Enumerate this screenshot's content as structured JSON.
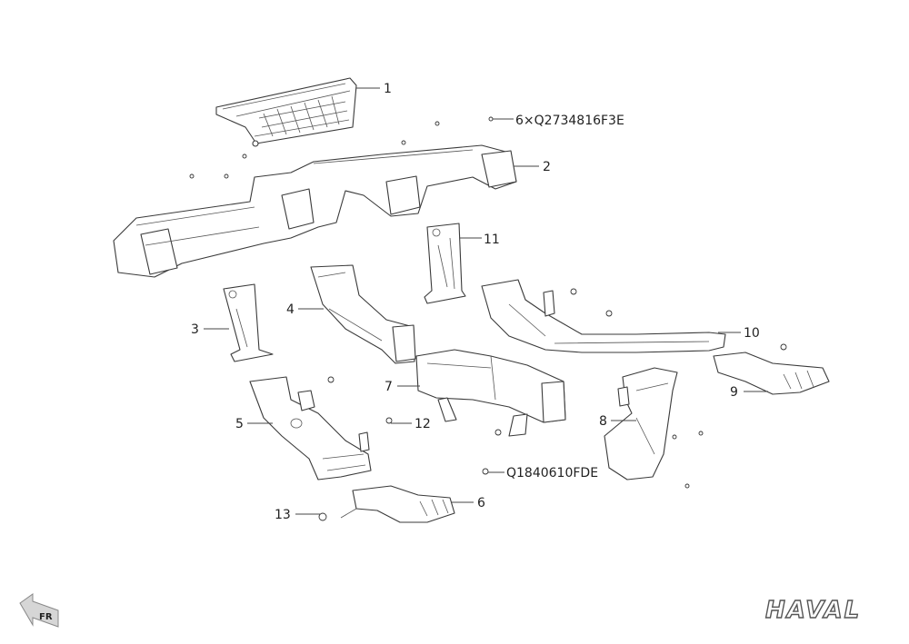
{
  "callouts": [
    {
      "id": "1",
      "label": "1"
    },
    {
      "id": "2",
      "label": "2"
    },
    {
      "id": "3",
      "label": "3"
    },
    {
      "id": "4",
      "label": "4"
    },
    {
      "id": "5",
      "label": "5"
    },
    {
      "id": "6",
      "label": "6"
    },
    {
      "id": "7",
      "label": "7"
    },
    {
      "id": "8",
      "label": "8"
    },
    {
      "id": "9",
      "label": "9"
    },
    {
      "id": "10",
      "label": "10"
    },
    {
      "id": "11",
      "label": "11"
    },
    {
      "id": "12",
      "label": "12"
    },
    {
      "id": "13",
      "label": "13"
    }
  ],
  "fastener_labels": {
    "screws": "6×Q2734816F3E",
    "clip": "Q1840610FDE"
  },
  "orientation": {
    "label": "FR"
  },
  "brand": {
    "logo_text": "HAVAL"
  },
  "colors": {
    "line": "#3a3a3a",
    "background": "#ffffff"
  }
}
